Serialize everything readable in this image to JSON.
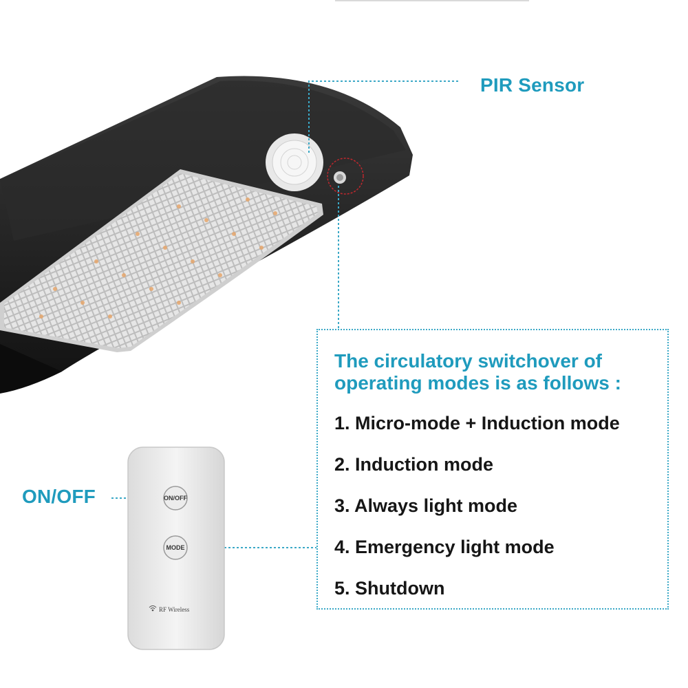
{
  "callouts": {
    "pir_sensor": "PIR Sensor",
    "on_off": "ON/OFF"
  },
  "modes": {
    "heading": "The circulatory switchover of operating modes is as follows :",
    "items": [
      "1. Micro-mode + Induction mode",
      "2. Induction mode",
      "3. Always light mode",
      "4. Emergency light mode",
      "5. Shutdown"
    ]
  },
  "remote": {
    "on_off_button": "ON/OFF",
    "mode_button": "MODE",
    "brand_text": "RF Wireless"
  },
  "colors": {
    "accent": "#1f9bbd",
    "text": "#161616",
    "housing": "#1e1e1e",
    "ring_highlight": "#c0272d"
  },
  "icons": [
    "wifi-icon"
  ]
}
